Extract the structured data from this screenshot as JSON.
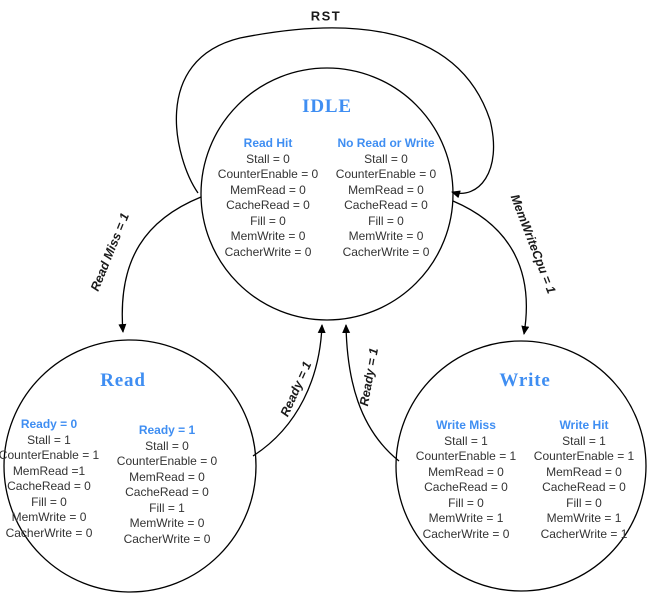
{
  "diagram": {
    "title_hint": "Cache controller finite state machine",
    "colors": {
      "accent": "#3f8ef2",
      "stroke": "#000000",
      "text": "#333333",
      "background": "#ffffff"
    },
    "states": [
      {
        "title": "IDLE",
        "columns": [
          {
            "header": "Read Hit",
            "lines": [
              "Stall = 0",
              "CounterEnable = 0",
              "MemRead = 0",
              "CacheRead = 0",
              "Fill = 0",
              "MemWrite = 0",
              "CacherWrite = 0"
            ]
          },
          {
            "header": "No Read or Write",
            "lines": [
              "Stall = 0",
              "CounterEnable = 0",
              "MemRead = 0",
              "CacheRead = 0",
              "Fill = 0",
              "MemWrite = 0",
              "CacherWrite = 0"
            ]
          }
        ]
      },
      {
        "title": "Read",
        "columns": [
          {
            "header": "Ready = 0",
            "lines": [
              "Stall = 1",
              "CounterEnable = 1",
              "MemRead =1",
              "CacheRead = 0",
              "Fill = 0",
              "MemWrite = 0",
              "CacherWrite = 0"
            ]
          },
          {
            "header": "Ready = 1",
            "lines": [
              "Stall = 0",
              "CounterEnable = 0",
              "MemRead = 0",
              "CacheRead = 0",
              "Fill = 1",
              "MemWrite = 0",
              "CacherWrite = 0"
            ]
          }
        ]
      },
      {
        "title": "Write",
        "columns": [
          {
            "header": "Write Miss",
            "lines": [
              "Stall = 1",
              "CounterEnable = 1",
              "MemRead = 0",
              "CacheRead = 0",
              "Fill = 0",
              "MemWrite = 1",
              "CacherWrite = 0"
            ]
          },
          {
            "header": "Write Hit",
            "lines": [
              "Stall = 1",
              "CounterEnable = 1",
              "MemRead = 0",
              "CacheRead = 0",
              "Fill = 0",
              "MemWrite = 1",
              "CacherWrite = 1"
            ]
          }
        ]
      }
    ],
    "transitions": [
      {
        "label": "RST",
        "from": "IDLE",
        "to": "IDLE"
      },
      {
        "label": "Read Miss = 1",
        "from": "IDLE",
        "to": "Read"
      },
      {
        "label": "MemWriteCpu = 1",
        "from": "IDLE",
        "to": "Write"
      },
      {
        "label": "Ready = 1",
        "from": "Read",
        "to": "IDLE"
      },
      {
        "label": "Ready = 1",
        "from": "Write",
        "to": "IDLE"
      }
    ]
  }
}
